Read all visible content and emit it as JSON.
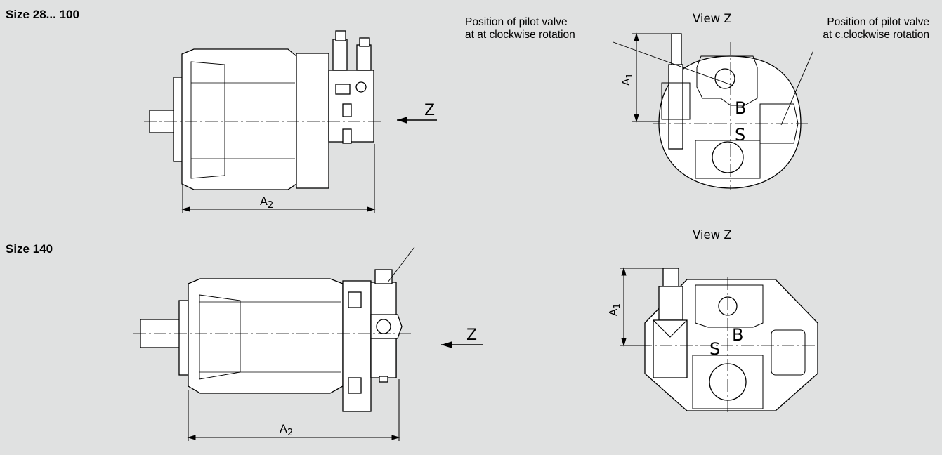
{
  "sections": [
    {
      "title": "Size 28... 100",
      "side_view": {
        "dimension_label": "A",
        "dimension_sub": "2",
        "view_arrow": "Z"
      },
      "end_view": {
        "title": "View Z",
        "dimension_label": "A",
        "dimension_sub": "1",
        "port_labels": [
          "B",
          "S"
        ],
        "callouts": [
          {
            "line1": "Position of pilot valve",
            "line2": "at at clockwise rotation"
          },
          {
            "line1": "Position of pilot valve",
            "line2": "at c.clockwise rotation"
          }
        ]
      }
    },
    {
      "title": "Size 140",
      "side_view": {
        "dimension_label": "A",
        "dimension_sub": "2",
        "view_arrow": "Z"
      },
      "end_view": {
        "title": "View Z",
        "dimension_label": "A",
        "dimension_sub": "1",
        "port_labels": [
          "B",
          "S"
        ]
      }
    }
  ],
  "colors": {
    "background": "#e0e1e1",
    "part_fill": "#ffffff",
    "line": "#000000"
  }
}
